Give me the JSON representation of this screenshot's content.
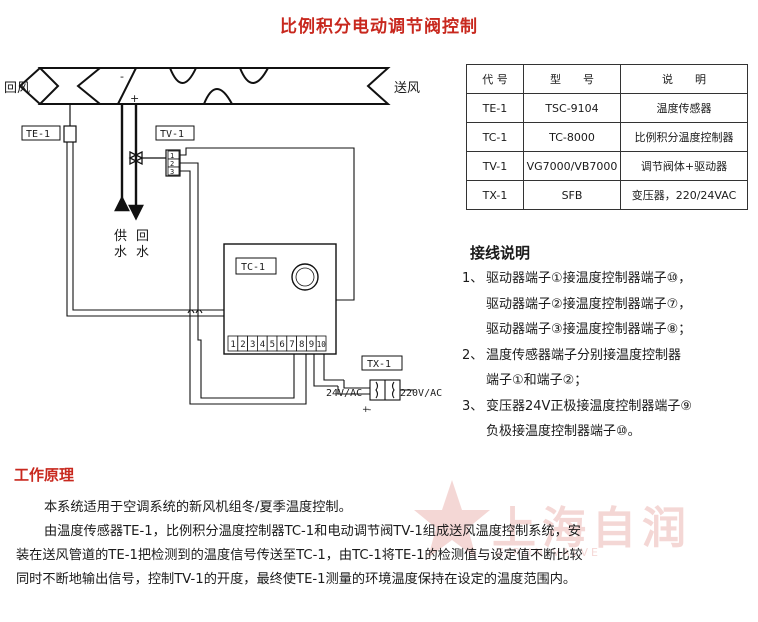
{
  "title": "比例积分电动调节阀控制",
  "diagram": {
    "return_air": "回风",
    "supply_air": "送风",
    "te1_tag": "TE-1",
    "tv1_tag": "TV-1",
    "tc1_tag": "TC-1",
    "tx1_tag": "TX-1",
    "minus_sign": "-",
    "plus_sign": "+",
    "supply_water": [
      "供",
      "水"
    ],
    "return_water": [
      "回",
      "水"
    ],
    "valve_terminals": [
      "1",
      "2",
      "3"
    ],
    "tc_terminals": [
      "1",
      "2",
      "3",
      "4",
      "5",
      "6",
      "7",
      "8",
      "9",
      "10"
    ],
    "voltage_24": "24V/AC",
    "voltage_220": "220V/AC",
    "tx_polarity": [
      "-",
      "+"
    ]
  },
  "table": {
    "headers": [
      "代 号",
      "型　　号",
      "说　　明"
    ],
    "rows": [
      [
        "TE-1",
        "TSC-9104",
        "温度传感器"
      ],
      [
        "TC-1",
        "TC-8000",
        "比例积分温度控制器"
      ],
      [
        "TV-1",
        "VG7000/VB7000",
        "调节阀体+驱动器"
      ],
      [
        "TX-1",
        "SFB",
        "变压器，220/24VAC"
      ]
    ]
  },
  "wiring": {
    "title": "接线说明",
    "items": [
      {
        "num": "1、",
        "lines": [
          "驱动器端子①接温度控制器端子⑩，",
          "驱动器端子②接温度控制器端子⑦，",
          "驱动器端子③接温度控制器端子⑧；"
        ]
      },
      {
        "num": "2、",
        "lines": [
          "温度传感器端子分别接温度控制器",
          "端子①和端子②；"
        ]
      },
      {
        "num": "3、",
        "lines": [
          "变压器24V正极接温度控制器端子⑨",
          "负极接温度控制器端子⑩。"
        ]
      }
    ]
  },
  "principle": {
    "title": "工作原理",
    "paragraphs": [
      "本系统适用于空调系统的新风机组冬/夏季温度控制。",
      "由温度传感器TE-1，比例积分温度控制器TC-1和电动调节阀TV-1组成送风温度控制系统，安",
      "装在送风管道的TE-1把检测到的温度信号传送至TC-1，由TC-1将TE-1的检测值与设定值不断比较",
      "同时不断地输出信号，控制TV-1的开度，最终使TE-1测量的环境温度保持在设定的温度范围内。"
    ]
  },
  "watermark": {
    "text": "上海自润",
    "sub": "ZIRUN VALVE"
  }
}
